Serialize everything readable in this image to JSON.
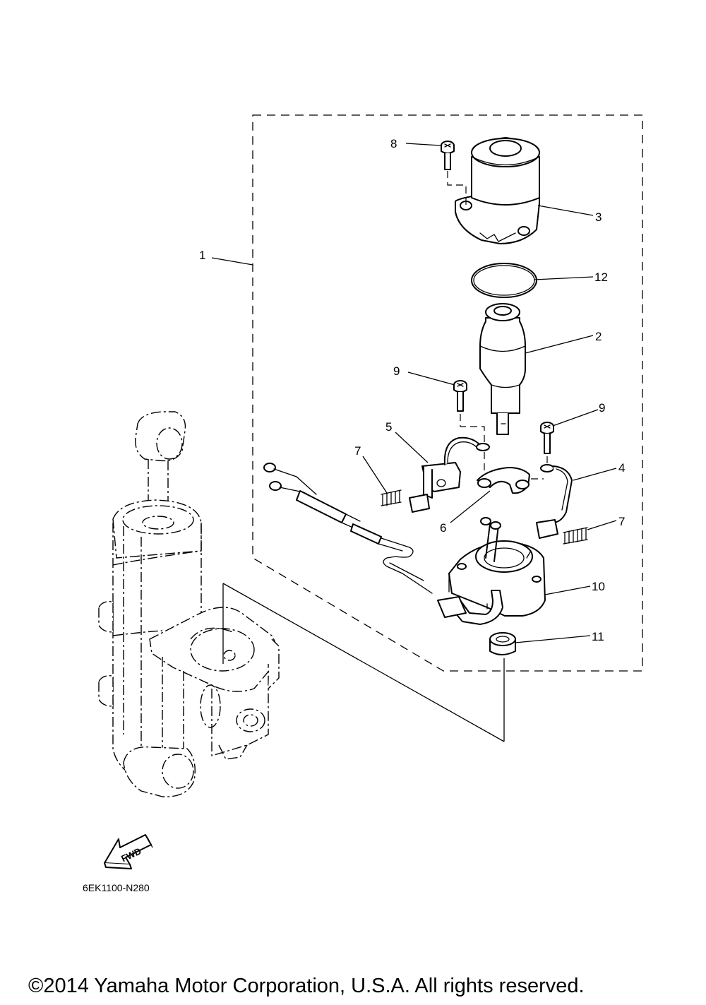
{
  "diagram": {
    "callouts": {
      "c1": "1",
      "c2": "2",
      "c3": "3",
      "c4": "4",
      "c5": "5",
      "c6": "6",
      "c7a": "7",
      "c7b": "7",
      "c8": "8",
      "c9a": "9",
      "c9b": "9",
      "c10": "10",
      "c11": "11",
      "c12": "12"
    },
    "fwd_label": "FWD",
    "drawing_code": "6EK1100-N280",
    "copyright": "©2014 Yamaha Motor Corporation, U.S.A. All rights reserved."
  }
}
